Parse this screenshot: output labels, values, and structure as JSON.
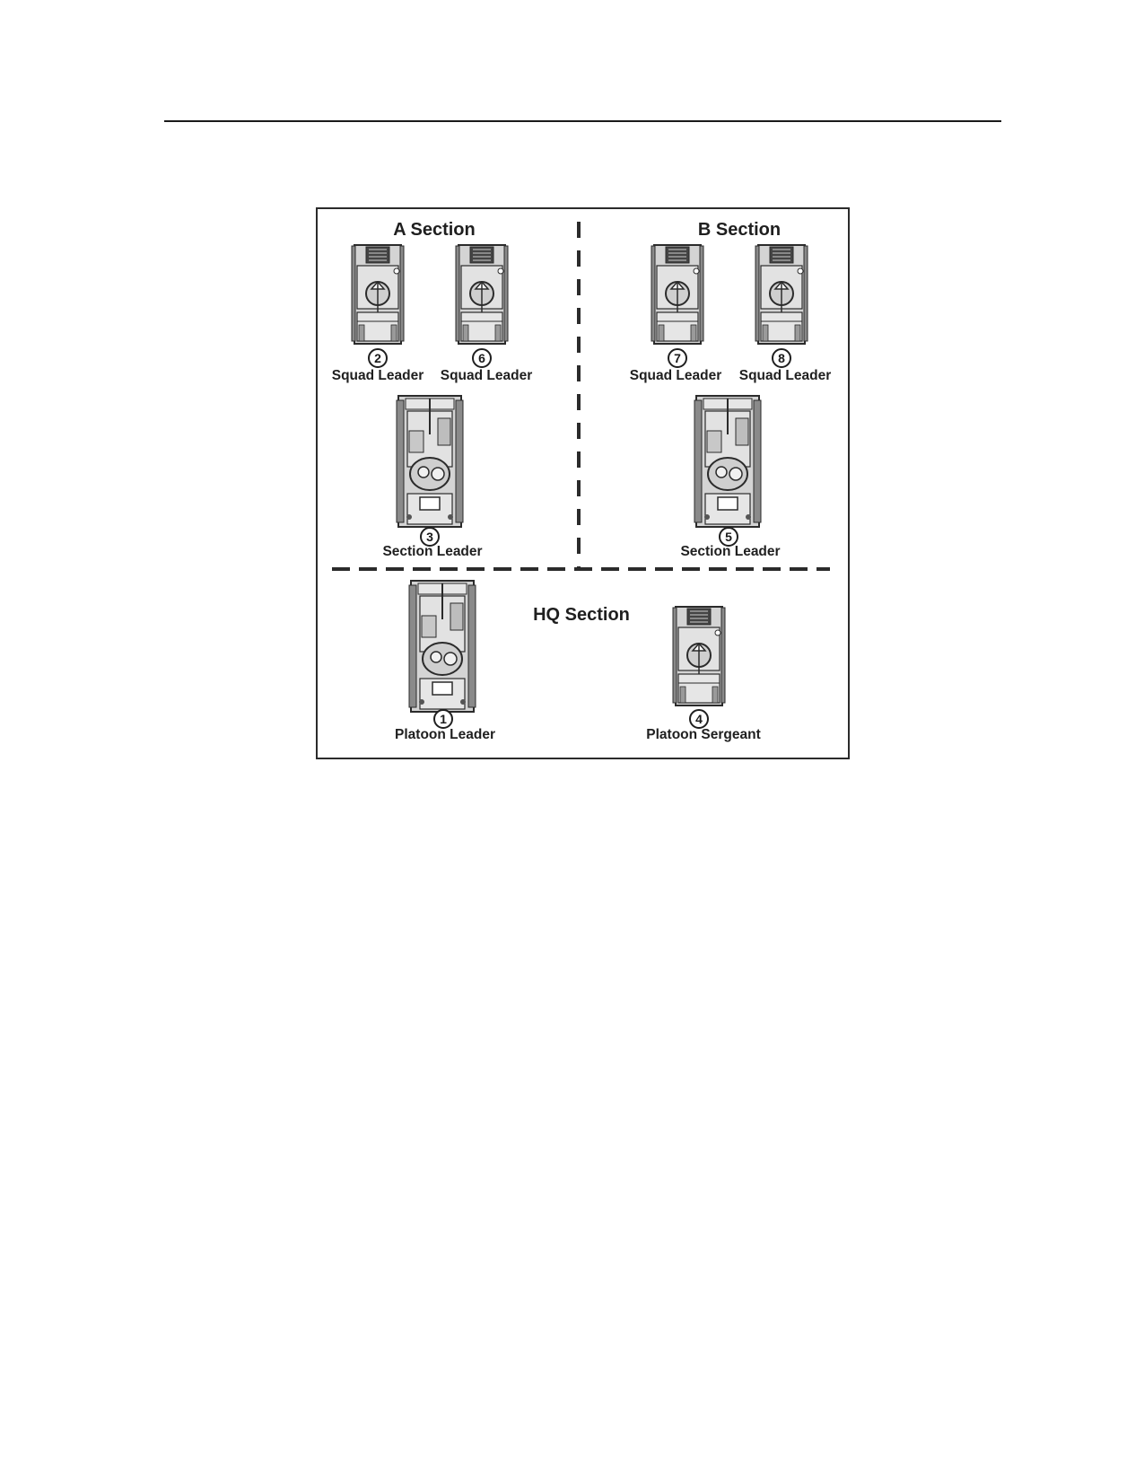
{
  "sections": {
    "a": "A Section",
    "b": "B Section",
    "hq": "HQ Section"
  },
  "vehicles": [
    {
      "id": "v2",
      "number": "2",
      "role": "Squad Leader",
      "kind": "squad-vehicle"
    },
    {
      "id": "v6",
      "number": "6",
      "role": "Squad Leader",
      "kind": "squad-vehicle"
    },
    {
      "id": "v7",
      "number": "7",
      "role": "Squad Leader",
      "kind": "squad-vehicle"
    },
    {
      "id": "v8",
      "number": "8",
      "role": "Squad Leader",
      "kind": "squad-vehicle"
    },
    {
      "id": "v3",
      "number": "3",
      "role": "Section Leader",
      "kind": "tank"
    },
    {
      "id": "v5",
      "number": "5",
      "role": "Section Leader",
      "kind": "tank"
    },
    {
      "id": "v1",
      "number": "1",
      "role": "Platoon Leader",
      "kind": "tank"
    },
    {
      "id": "v4",
      "number": "4",
      "role": "Platoon Sergeant",
      "kind": "squad-vehicle"
    }
  ],
  "colors": {
    "vehicle_fill": "#d4d4d4",
    "vehicle_stroke": "#2b2b2b",
    "divider": "#2b2b2b"
  }
}
